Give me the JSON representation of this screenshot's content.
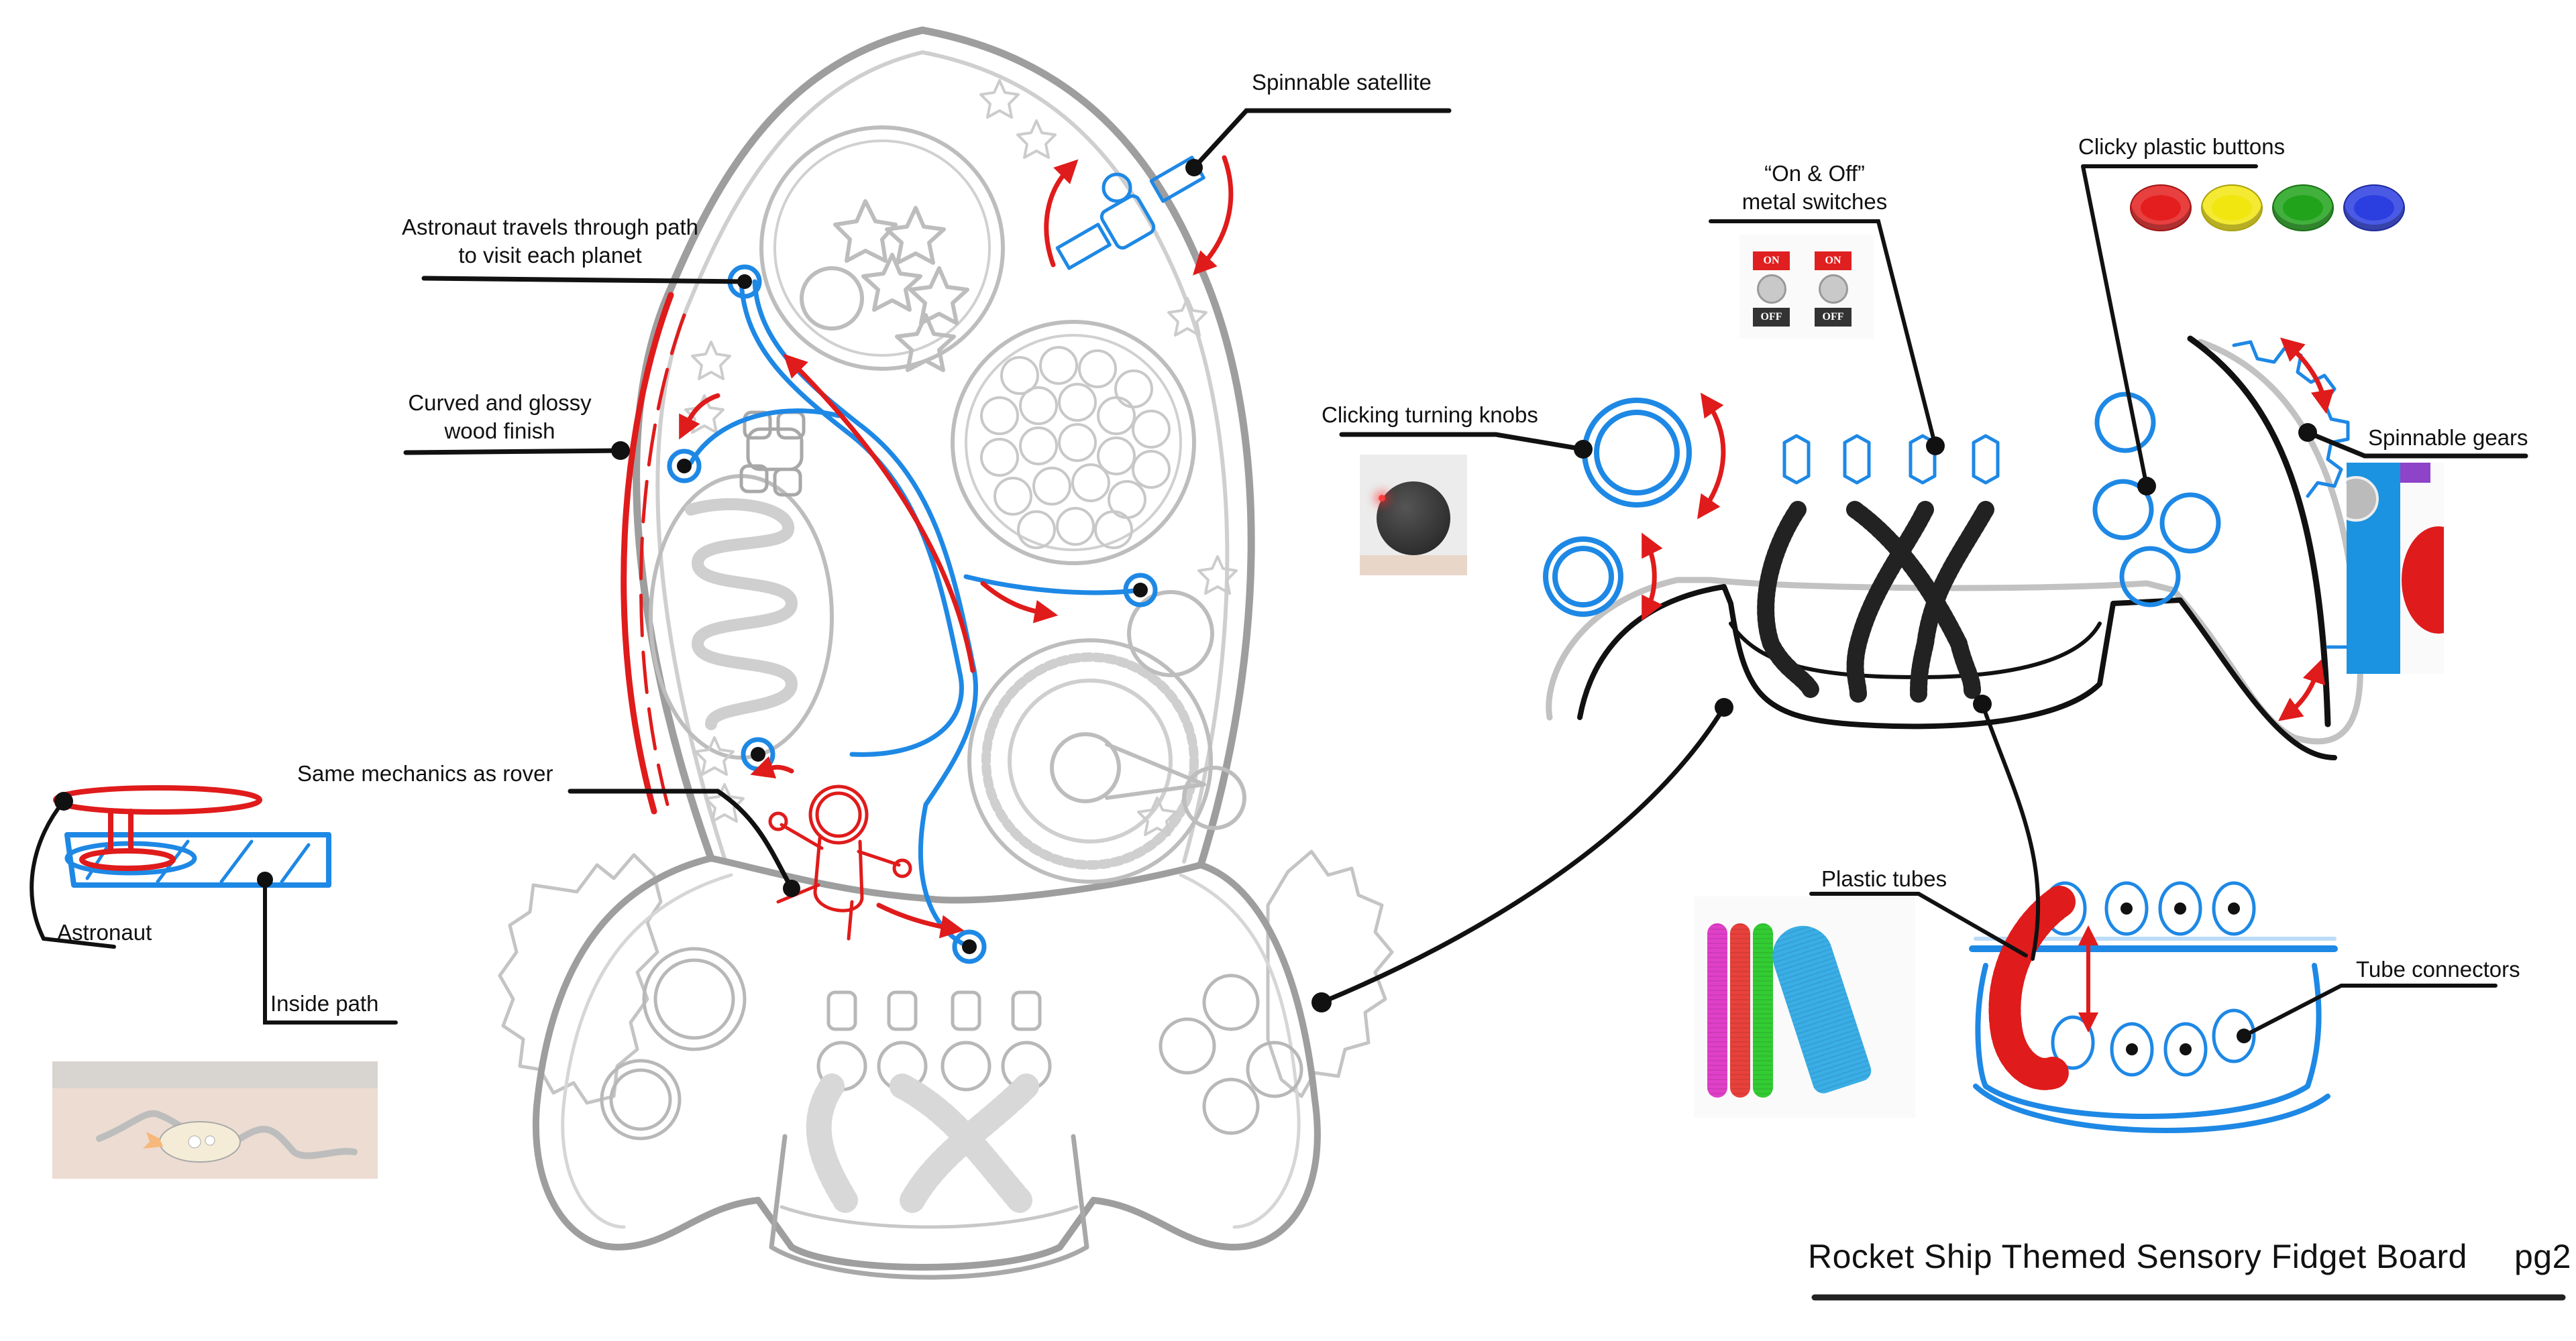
{
  "title": "Rocket Ship Themed Sensory Fidget Board",
  "page_label": "pg2",
  "colors": {
    "annotation_red": "#e01b1b",
    "annotation_blue": "#1e88e5",
    "sketch_gray": "#bdbdbd",
    "ink_black": "#111111"
  },
  "callouts": {
    "satellite": "Spinnable satellite",
    "astronaut_path_line1": "Astronaut travels through path",
    "astronaut_path_line2": "to visit each planet",
    "wood_line1": "Curved and glossy",
    "wood_line2": "wood finish",
    "rover": "Same mechanics as rover",
    "astronaut": "Astronaut",
    "inside_path": "Inside path",
    "switches_line1": "“On & Off”",
    "switches_line2": "metal switches",
    "buttons": "Clicky plastic buttons",
    "knobs": "Clicking turning knobs",
    "gears": "Spinnable gears",
    "tubes": "Plastic tubes",
    "connectors": "Tube connectors"
  },
  "reference_photos": {
    "switch_labels": {
      "on": "ON",
      "off": "OFF"
    },
    "button_colors": [
      "#e41e1e",
      "#f2e610",
      "#21a31c",
      "#2b3ee0"
    ],
    "tube_colors": [
      "#e040c8",
      "#e8413c",
      "#33cc33",
      "#3aaee6"
    ]
  }
}
